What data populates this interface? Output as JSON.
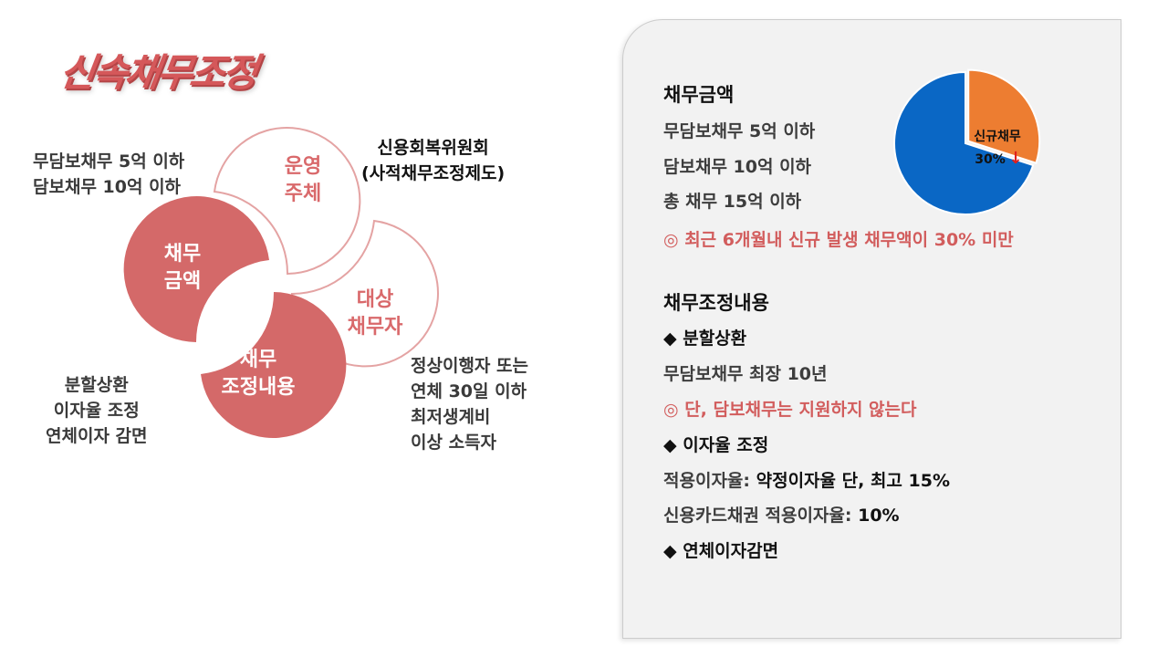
{
  "title": "신속채무조정",
  "diagram": {
    "circles": {
      "operator": "운영\n주체",
      "amount": "채무\n금액",
      "target": "대상\n채무자",
      "content": "채무\n조정내용"
    },
    "notes": {
      "amount": "무담보채무 5억 이하\n담보채무 10억 이하",
      "operator": "신용회복위원회\n(사적채무조정제도)",
      "content": "분할상환\n이자율 조정\n연체이자 감면",
      "target": "정상이행자 또는\n연체 30일 이하\n최저생계비\n이상 소득자"
    }
  },
  "panel": {
    "debt_amount": {
      "heading": "채무금액",
      "lines": [
        "무담보채무 5억 이하",
        "담보채무 10억 이하",
        "총 채무 15억 이하"
      ],
      "note": "◎ 최근 6개월내 신규 발생 채무액이 30% 미만"
    },
    "pie": {
      "label": "신규채무",
      "value_label": "30%",
      "arrow": "↓",
      "colors": {
        "new": "#ed7d31",
        "rest": "#0a67c5"
      }
    },
    "adjustment": {
      "heading": "채무조정내용",
      "installment": {
        "title": "◆ 분할상환",
        "line": "무담보채무 최장 10년",
        "note": "◎ 단, 담보채무는 지원하지 않는다"
      },
      "rate": {
        "title": "◆ 이자율 조정",
        "line1_label": "적용이자율:",
        "line1_value": " 약정이자율 단, 최고 15%",
        "line2_label": "신용카드채권 적용이자율:",
        "line2_value": " 10%"
      },
      "overdue": {
        "title": "◆ 연체이자감면"
      }
    }
  },
  "chart_data": {
    "type": "pie",
    "categories": [
      "신규채무",
      ""
    ],
    "values": [
      30,
      70
    ]
  }
}
